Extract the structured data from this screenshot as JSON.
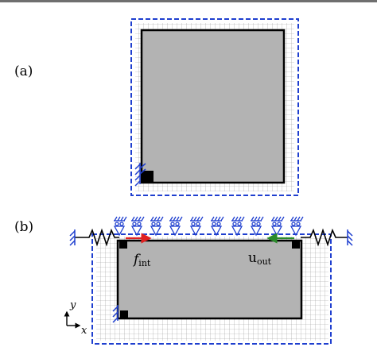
{
  "panels": [
    {
      "label": "(a)"
    },
    {
      "label": "(b)"
    }
  ],
  "annotations": {
    "force_symbol": "f",
    "force_subscript": "int",
    "displacement_symbol": "u",
    "displacement_subscript": "out",
    "axis_y": "y",
    "axis_x": "x"
  },
  "colors": {
    "boundary": "#1f3fcf",
    "support": "#1f3fcf",
    "grid_line": "#9a9a9a",
    "solid_fill": "#b3b3b3",
    "frame": "#000000",
    "force_arrow": "#e02020",
    "displacement_arrow": "#2a8a2a",
    "top_rule": "#6f6f6f"
  },
  "icons": [
    "fixed-support-icon",
    "roller-support-icon",
    "spring-icon",
    "axis-icon"
  ]
}
